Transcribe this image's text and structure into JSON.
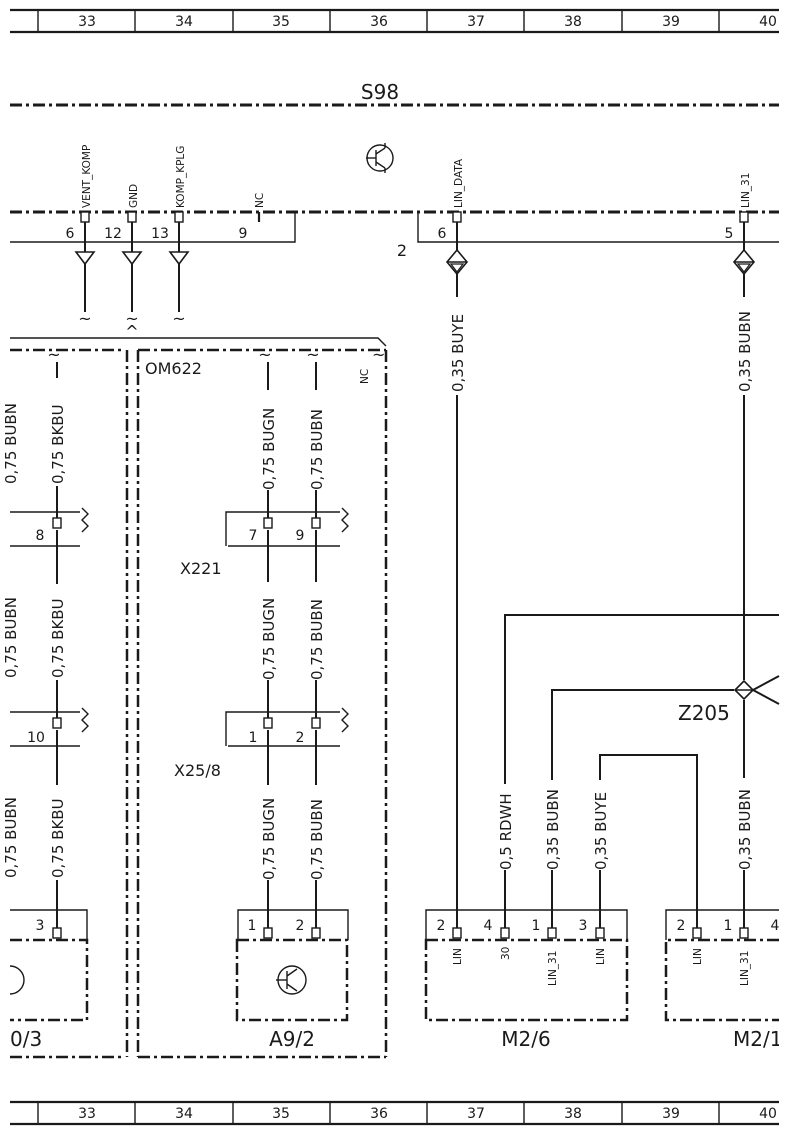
{
  "grid": {
    "columns": [
      "33",
      "34",
      "35",
      "36",
      "37",
      "38",
      "39",
      "40"
    ]
  },
  "s98": {
    "label": "S98",
    "block_number": "2",
    "pins": [
      {
        "num": "6",
        "name": "VENT_KOMP"
      },
      {
        "num": "12",
        "name": "GND"
      },
      {
        "num": "13",
        "name": "KOMP_KPLG"
      },
      {
        "num": "9",
        "name": "NC"
      },
      {
        "num": "6",
        "name": "LIN_DATA"
      },
      {
        "num": "5",
        "name": "LIN_31"
      }
    ]
  },
  "om622": {
    "label": "OM622",
    "nc_label": "NC"
  },
  "connectors": {
    "x221": {
      "label": "X221",
      "pins": [
        "8",
        "7",
        "9"
      ]
    },
    "x25_8": {
      "label": "X25/8",
      "pins": [
        "10",
        "1",
        "2"
      ]
    }
  },
  "splice": {
    "label": "Z205"
  },
  "wires": {
    "bkbu": "0,75 BKBU",
    "bugn": "0,75 BUGN",
    "bubn075": "0,75 BUBN",
    "bubn075_partial": "0,75 BUBN",
    "buye035": "0,35 BUYE",
    "bubn035": "0,35 BUBN",
    "rdwh": "0,5 RDWH"
  },
  "components": {
    "left_partial": {
      "label": "0/3",
      "pin": "3"
    },
    "a9_2": {
      "label": "A9/2",
      "pins": [
        "1",
        "2"
      ]
    },
    "m2_6": {
      "label": "M2/6",
      "pins": [
        "2",
        "4",
        "1",
        "3"
      ],
      "pin_names": [
        "LIN",
        "30",
        "LIN_31",
        "LIN"
      ]
    },
    "m2_1": {
      "label": "M2/1",
      "pins": [
        "2",
        "1",
        "4"
      ],
      "pin_names": [
        "LIN",
        "LIN_31"
      ]
    }
  }
}
